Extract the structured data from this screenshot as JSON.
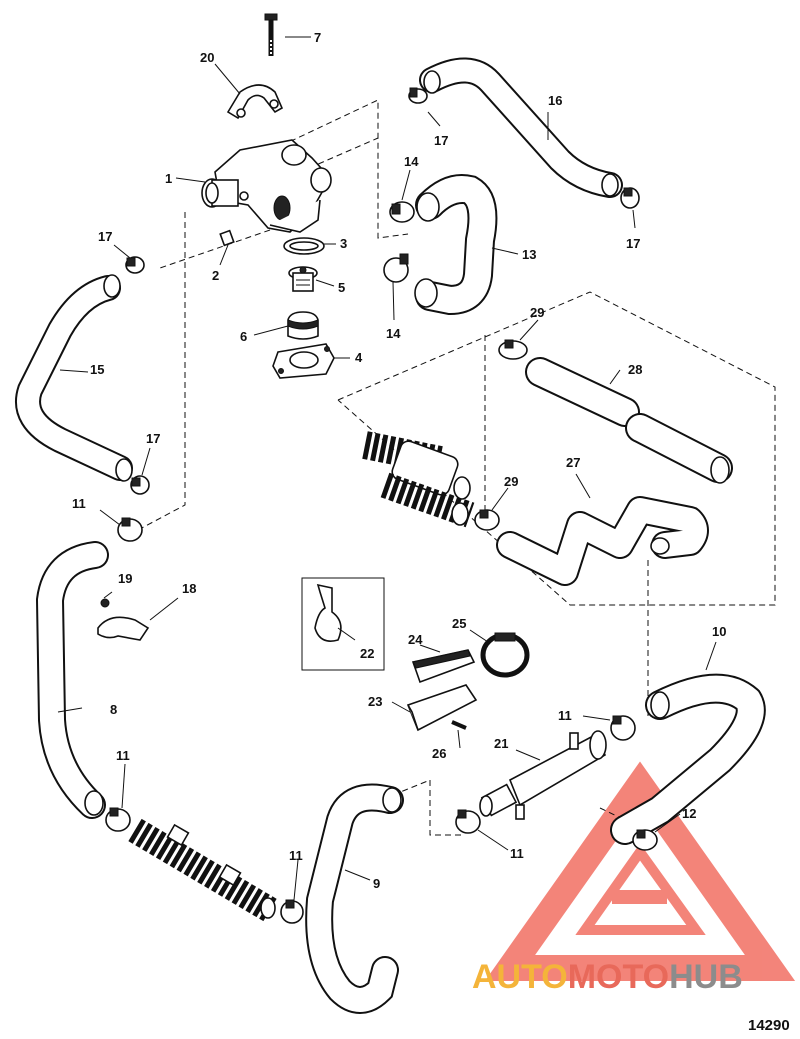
{
  "figure_number": "14290",
  "watermark": {
    "word_part1": "AUTO",
    "word_part2": "MOTO",
    "word_part3": "HUB",
    "color_part1": "#f4b43a",
    "color_part2": "#e8695a",
    "color_part3": "#8c8c8c",
    "logo_color": "#ef5b4d"
  },
  "callouts": {
    "c1": "1",
    "c2": "2",
    "c3": "3",
    "c4": "4",
    "c5": "5",
    "c6": "6",
    "c7": "7",
    "c8": "8",
    "c9": "9",
    "c10": "10",
    "c11a": "11",
    "c11b": "11",
    "c11c": "11",
    "c11d": "11",
    "c11e": "11",
    "c12": "12",
    "c13": "13",
    "c14a": "14",
    "c14b": "14",
    "c15": "15",
    "c16": "16",
    "c17a": "17",
    "c17b": "17",
    "c17c": "17",
    "c17d": "17",
    "c18": "18",
    "c19": "19",
    "c20": "20",
    "c21": "21",
    "c22": "22",
    "c23": "23",
    "c24": "24",
    "c25": "25",
    "c26": "26",
    "c27": "27",
    "c28": "28",
    "c29a": "29",
    "c29b": "29"
  }
}
